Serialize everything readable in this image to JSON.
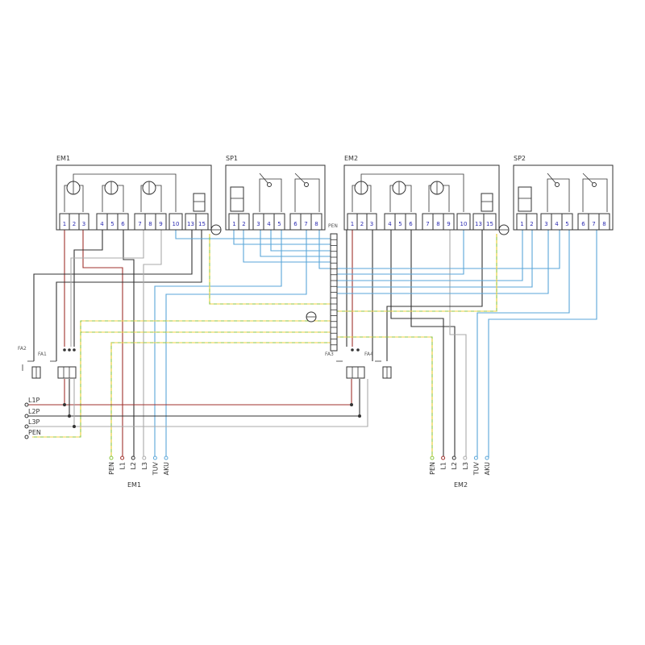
{
  "blocks": {
    "em1": "EM1",
    "sp1": "SP1",
    "em2": "EM2",
    "sp2": "SP2"
  },
  "terminals": {
    "em": [
      "1",
      "2",
      "3",
      "4",
      "5",
      "6",
      "7",
      "8",
      "9",
      "10",
      "13",
      "15"
    ],
    "sp": [
      "1",
      "2",
      "3",
      "4",
      "5",
      "6",
      "7",
      "8"
    ]
  },
  "strip_label": "PEN",
  "breakers": {
    "fa1": "FA1",
    "fa2": "FA2",
    "fa3": "FA3",
    "fa4": "FA4"
  },
  "feed_lines": [
    "L1P",
    "L2P",
    "L3P",
    "PEN"
  ],
  "outputs": [
    "PEN",
    "L1",
    "L2",
    "L3",
    "TUV",
    "AKU"
  ],
  "output_groups": {
    "em1": "EM1",
    "em2": "EM2"
  },
  "colors": {
    "l1": "#a0322d",
    "l2": "#333333",
    "l3": "#aaaaaa",
    "blue": "#5aa6d8",
    "pe_green": "#8cc63f",
    "pe_yellow": "#f0d040"
  }
}
